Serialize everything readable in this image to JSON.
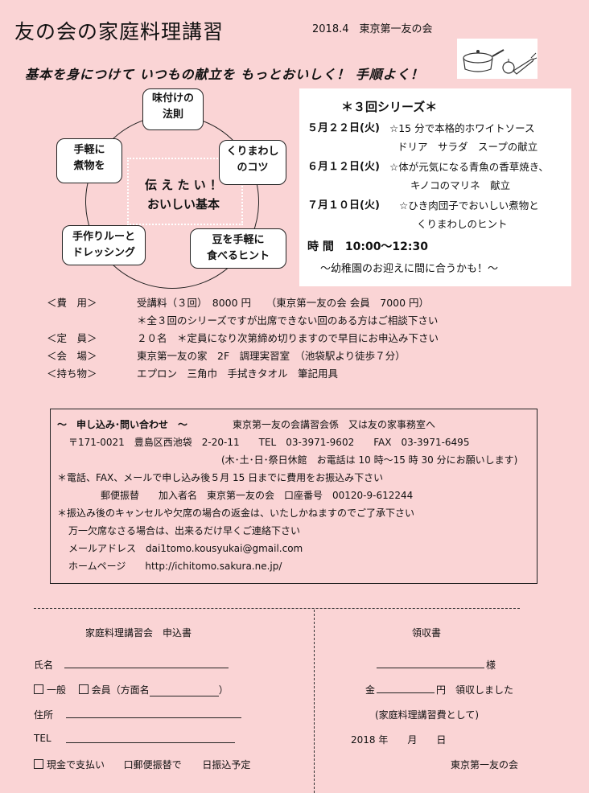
{
  "header": {
    "title": "友の会の家庭料理講習",
    "date_org": "2018.4　東京第一友の会",
    "tagline": "基本を身につけて いつもの献立を もっとおいしく！ 手順よく！"
  },
  "diagram": {
    "top": [
      "味付けの",
      "法則"
    ],
    "right": [
      "くりまわし",
      "のコツ"
    ],
    "left": [
      "手軽に",
      "煮物を"
    ],
    "bottom_left": [
      "手作りルーと",
      "ドレッシング"
    ],
    "bottom_right": [
      "豆を手軽に",
      "食べるヒント"
    ],
    "center": [
      "伝 え た い ！",
      "おいしい基本"
    ]
  },
  "series": {
    "heading": "＊３回シリーズ＊",
    "sessions": [
      {
        "date": "５月２２日(火)",
        "line1": "☆15 分で本格的ホワイトソース",
        "line2": "ドリア　サラダ　スープの献立"
      },
      {
        "date": "６月１２日(火)",
        "line1": "☆体が元気になる青魚の香草焼き、",
        "line2": "キノコのマリネ　献立"
      },
      {
        "date": "７月１０日(火)",
        "line1": "☆ひき肉団子でおいしい煮物と",
        "line2": "くりまわしのヒント"
      }
    ],
    "time": "時 間　10:00～12:30",
    "note": "～幼稚園のお迎えに間に合うかも！～"
  },
  "details": [
    {
      "label": "＜費　用＞",
      "text": "受講料（３回）　8000 円　　（東京第一友の会 会員　7000 円）"
    },
    {
      "label": "",
      "text": "＊全３回のシリーズですが出席できない回のある方はご相談下さい"
    },
    {
      "label": "＜定　員＞",
      "text": "２０名　＊定員になり次第締め切りますので早目にお申込み下さい"
    },
    {
      "label": "＜会　場＞",
      "text": "東京第一友の家　2F　調理実習室　（池袋駅より徒歩７分）"
    },
    {
      "label": "＜持ち物＞",
      "text": "エプロン　三角巾　手拭きタオル　筆記用具"
    }
  ],
  "contact": {
    "heading": "～　申し込み･問い合わせ　～",
    "heading_right": "東京第一友の会講習会係　又は友の家事務室へ",
    "address": "〒171-0021　豊島区西池袋　2-20-11　　TEL　03-3971-9602　　FAX　03-3971-6495",
    "hours": "(木･土･日･祭日休館　お電話は 10 時～15 時 30 分にお願いします)",
    "payment": "＊電話、FAX、メールで申し込み後５月 15 日までに費用をお振込み下さい",
    "transfer": "郵便振替　　加入者名　東京第一友の会　口座番号　00120-9-612244",
    "cancel": "＊振込み後のキャンセルや欠席の場合の返金は、いたしかねますのでご了承下さい",
    "absent": "万一欠席なさる場合は、出来るだけ早くご連絡下さい",
    "mail": "メールアドレス　dai1tomo.kousyukai@gmail.com",
    "homepage": "ホームページ　　http://ichitomo.sakura.ne.jp/"
  },
  "form": {
    "title": "家庭料理講習会　申込書",
    "name_label": "氏名",
    "member_general": "一般",
    "member_member": "会員（方面名",
    "member_close": "）",
    "address_label": "住所",
    "tel_label": "TEL",
    "pay_cash": "現金で支払い",
    "pay_postal": "口郵便振替で",
    "pay_date": "日振込予定"
  },
  "receipt": {
    "title": "領収書",
    "sama": "様",
    "kin": "金",
    "yen": "円　領収しました",
    "purpose": "(家庭料理講習費として)",
    "date": "2018 年　　月　　日",
    "issuer": "東京第一友の会"
  }
}
